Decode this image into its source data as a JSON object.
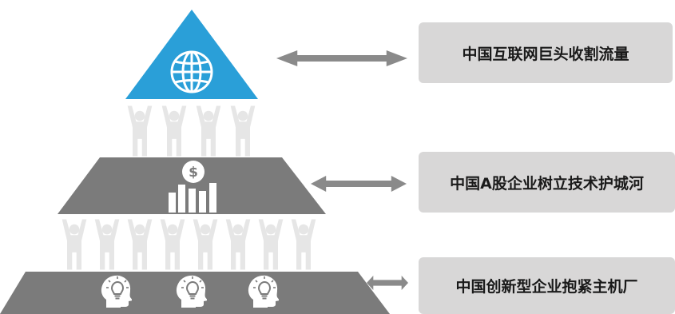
{
  "colors": {
    "top_triangle": "#2a9fd8",
    "tier": "#7b7b7b",
    "people": "#e6e6e6",
    "arrow": "#8a8a8a",
    "label_bg": "#d8d7d7"
  },
  "icons": {
    "top": "globe-icon",
    "middle": "dollar-bar-chart-icon",
    "bottom": "head-lightbulb-icon"
  },
  "levels": [
    {
      "label": "中国互联网巨头收割流量"
    },
    {
      "label": "中国A股企业树立技术护城河"
    },
    {
      "label": "中国创新型企业抱紧主机厂"
    }
  ]
}
